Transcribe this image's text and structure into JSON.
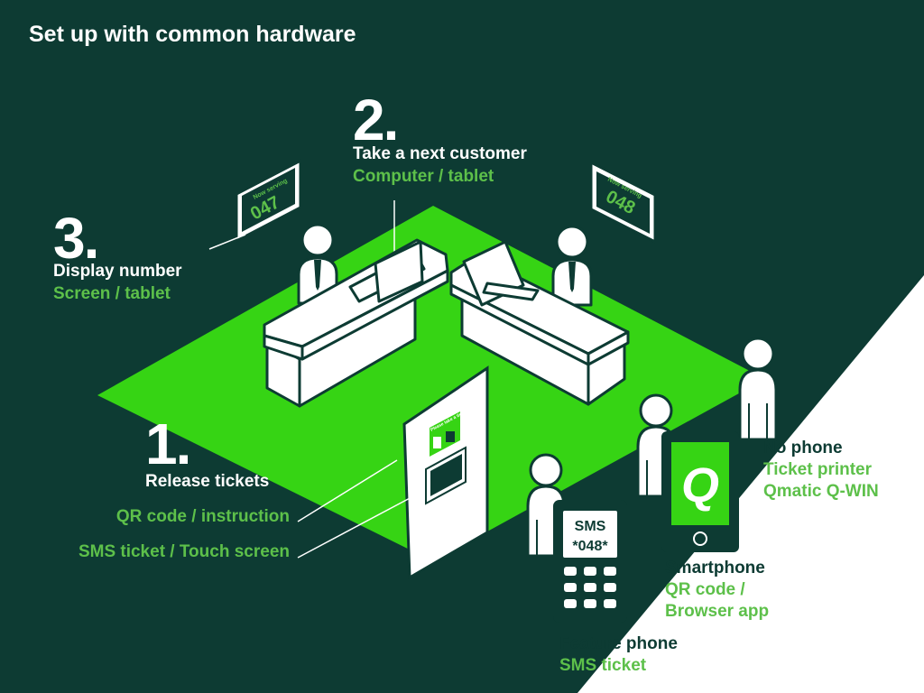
{
  "title": "Set up with common hardware",
  "steps": [
    {
      "number": "1.",
      "label": "Release tickets",
      "subs": [
        "QR code / instruction",
        "SMS ticket / Touch screen"
      ]
    },
    {
      "number": "2.",
      "label": "Take a next customer",
      "sub": "Computer / tablet"
    },
    {
      "number": "3.",
      "label": "Display number",
      "sub": "Screen / tablet"
    }
  ],
  "displays": [
    {
      "caption": "Now serving",
      "number": "047"
    },
    {
      "caption": "Now serving",
      "number": "048"
    }
  ],
  "kiosk": {
    "sign": "Please take a ticket"
  },
  "phones": {
    "feature": {
      "screen_line1": "SMS",
      "screen_line2": "*048*",
      "label": "Feature phone",
      "sub": "SMS ticket"
    },
    "smart": {
      "app_letter": "Q",
      "label": "Smartphone",
      "sub_line1": "QR code /",
      "sub_line2": "Browser app"
    },
    "none": {
      "label": "No phone",
      "sub_line1": "Ticket printer",
      "sub_line2": "Qmatic Q-WIN"
    }
  },
  "colors": {
    "background": "#0d3b33",
    "floor": "#36d414",
    "accent_text": "#5dc04a",
    "white": "#ffffff"
  }
}
